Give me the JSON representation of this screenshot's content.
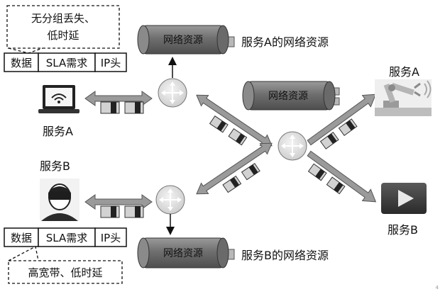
{
  "requirements": {
    "service_a": [
      "无分组丢失、",
      "低时延"
    ],
    "service_b": "高宽带、低时延"
  },
  "packet_fields": [
    "数据",
    "SLA需求",
    "IP头"
  ],
  "network_resource_label": "网络资源",
  "resource_captions": {
    "service_a": "服务A的网络资源",
    "service_b": "服务B的网络资源"
  },
  "service_labels": {
    "left_a": "服务A",
    "left_b": "服务B",
    "right_a": "服务A",
    "right_b": "服务B"
  },
  "icons": {
    "terminal_a": "laptop-wifi-icon",
    "terminal_b": "vr-headset-user-icon",
    "endpoint_a": "robot-arm-icon",
    "endpoint_b": "video-play-icon",
    "router": "router-icon"
  },
  "colors": {
    "cylinder": "#7a7a7a",
    "router": "#e4e4e4",
    "arrow": "#9a9a9a"
  },
  "page_number": "4"
}
